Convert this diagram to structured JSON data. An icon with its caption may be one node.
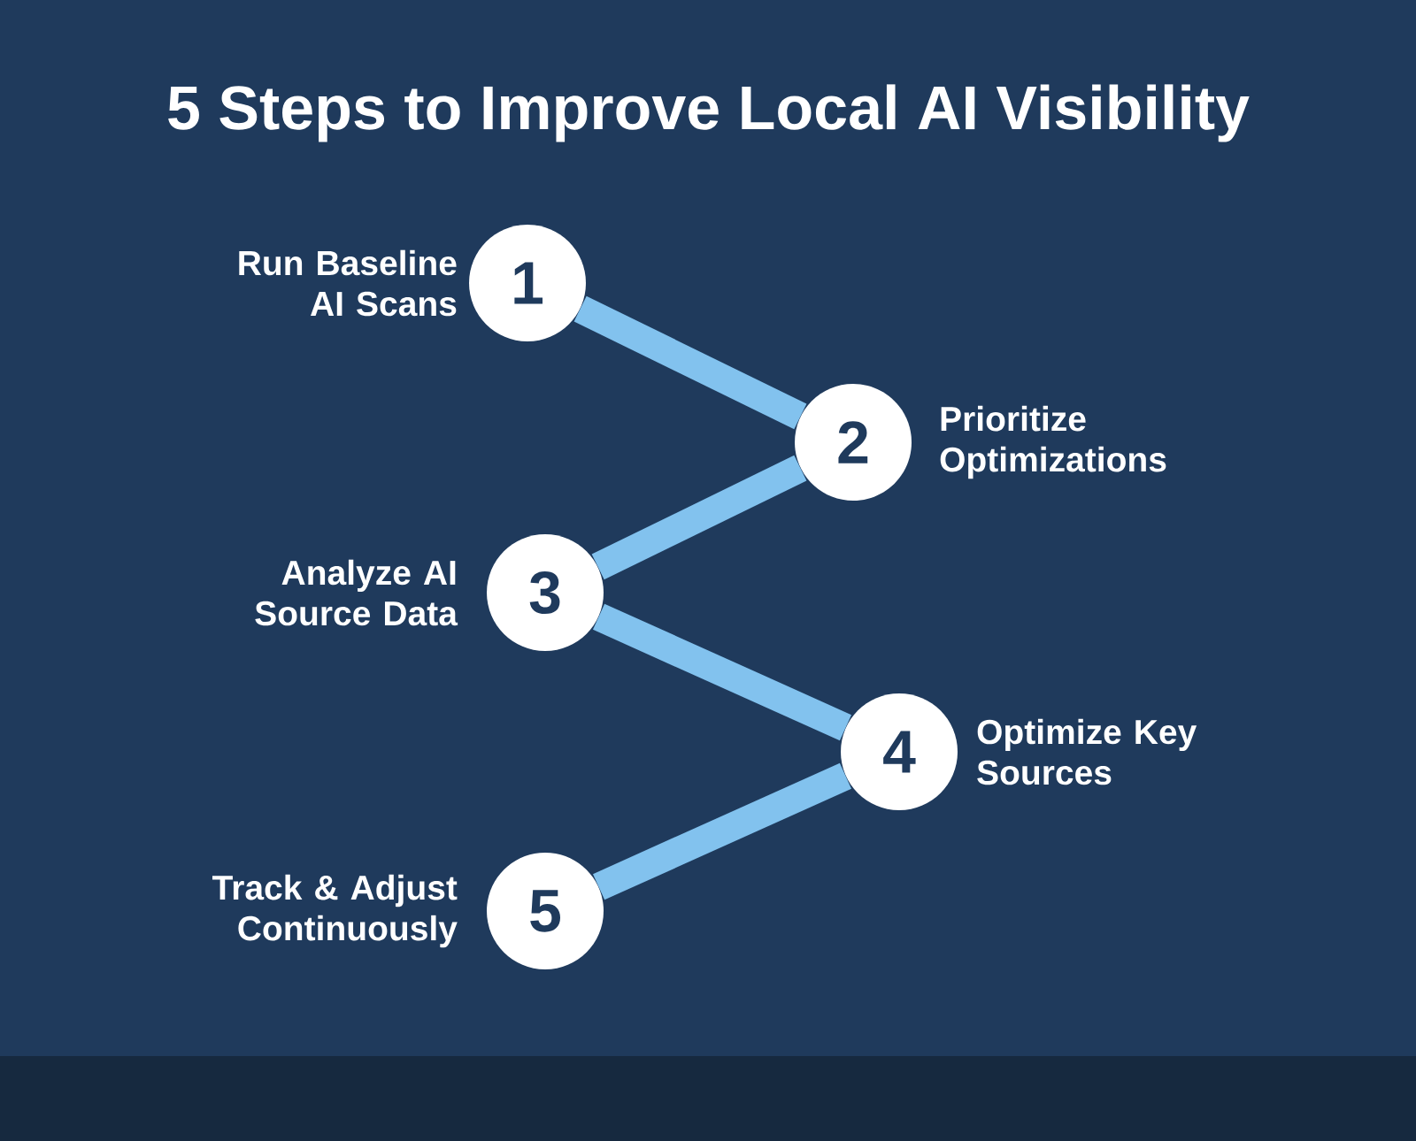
{
  "diagram": {
    "title": "5 Steps to Improve Local AI Visibility",
    "nodes": [
      {
        "text": [
          "1"
        ],
        "beside": [
          "Run Baseline AI Scans"
        ]
      },
      {
        "text": [
          "2"
        ],
        "beside": [
          "Prioritize Optimizations"
        ]
      },
      {
        "text": [
          "3"
        ],
        "beside": [
          "Analyze AI Source Data"
        ]
      },
      {
        "text": [
          "4"
        ],
        "beside": [
          "Optimize Key Sources"
        ]
      },
      {
        "text": [
          "5"
        ],
        "beside": [
          "Track & Adjust Continuously"
        ]
      }
    ],
    "edges": [
      {
        "from": 0,
        "to": 1,
        "arrow": "none"
      },
      {
        "from": 1,
        "to": 2,
        "arrow": "none"
      },
      {
        "from": 2,
        "to": 3,
        "arrow": "none"
      },
      {
        "from": 3,
        "to": 4,
        "arrow": "none"
      }
    ]
  }
}
